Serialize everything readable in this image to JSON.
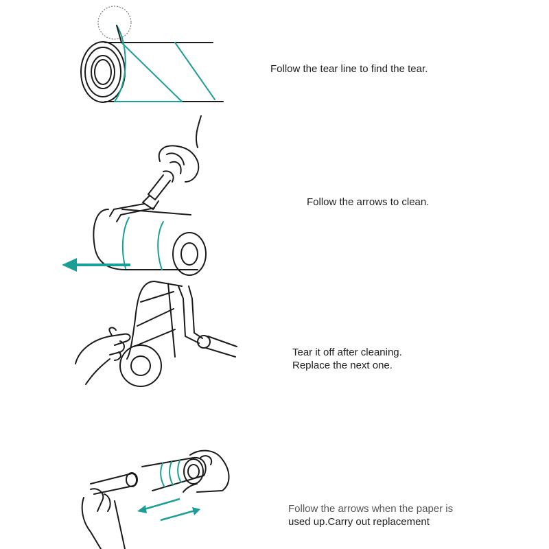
{
  "colors": {
    "accent": "#1b9e96",
    "ink": "#1a1a1a",
    "background": "#ffffff"
  },
  "steps": [
    {
      "icon": "tape-roll-tear-line-icon",
      "lines": [
        "Follow the tear line to find the tear."
      ]
    },
    {
      "icon": "roller-clean-arrow-icon",
      "lines": [
        "Follow the arrows to clean."
      ]
    },
    {
      "icon": "hand-tearing-sheet-icon",
      "lines": [
        "Tear it off after cleaning.",
        "Replace the next one."
      ]
    },
    {
      "icon": "refill-replacement-arrows-icon",
      "lines": [
        "Follow the arrows when the paper is",
        "used up.Carry out replacement"
      ]
    }
  ]
}
